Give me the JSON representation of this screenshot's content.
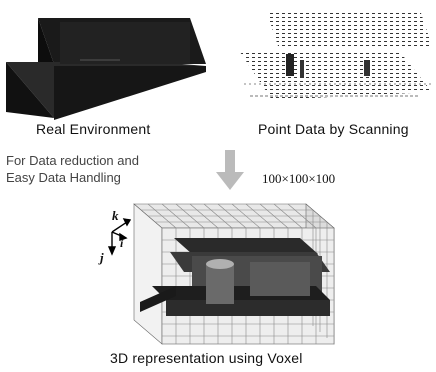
{
  "labels": {
    "real_environment": "Real Environment",
    "point_data": "Point Data by Scanning",
    "reduction_line1": "For Data reduction and",
    "reduction_line2": "Easy Data Handling",
    "voxel_size": "100×100×100",
    "voxel_caption": "3D representation using Voxel",
    "axis_k": "k",
    "axis_i": "i",
    "axis_j": "j"
  }
}
